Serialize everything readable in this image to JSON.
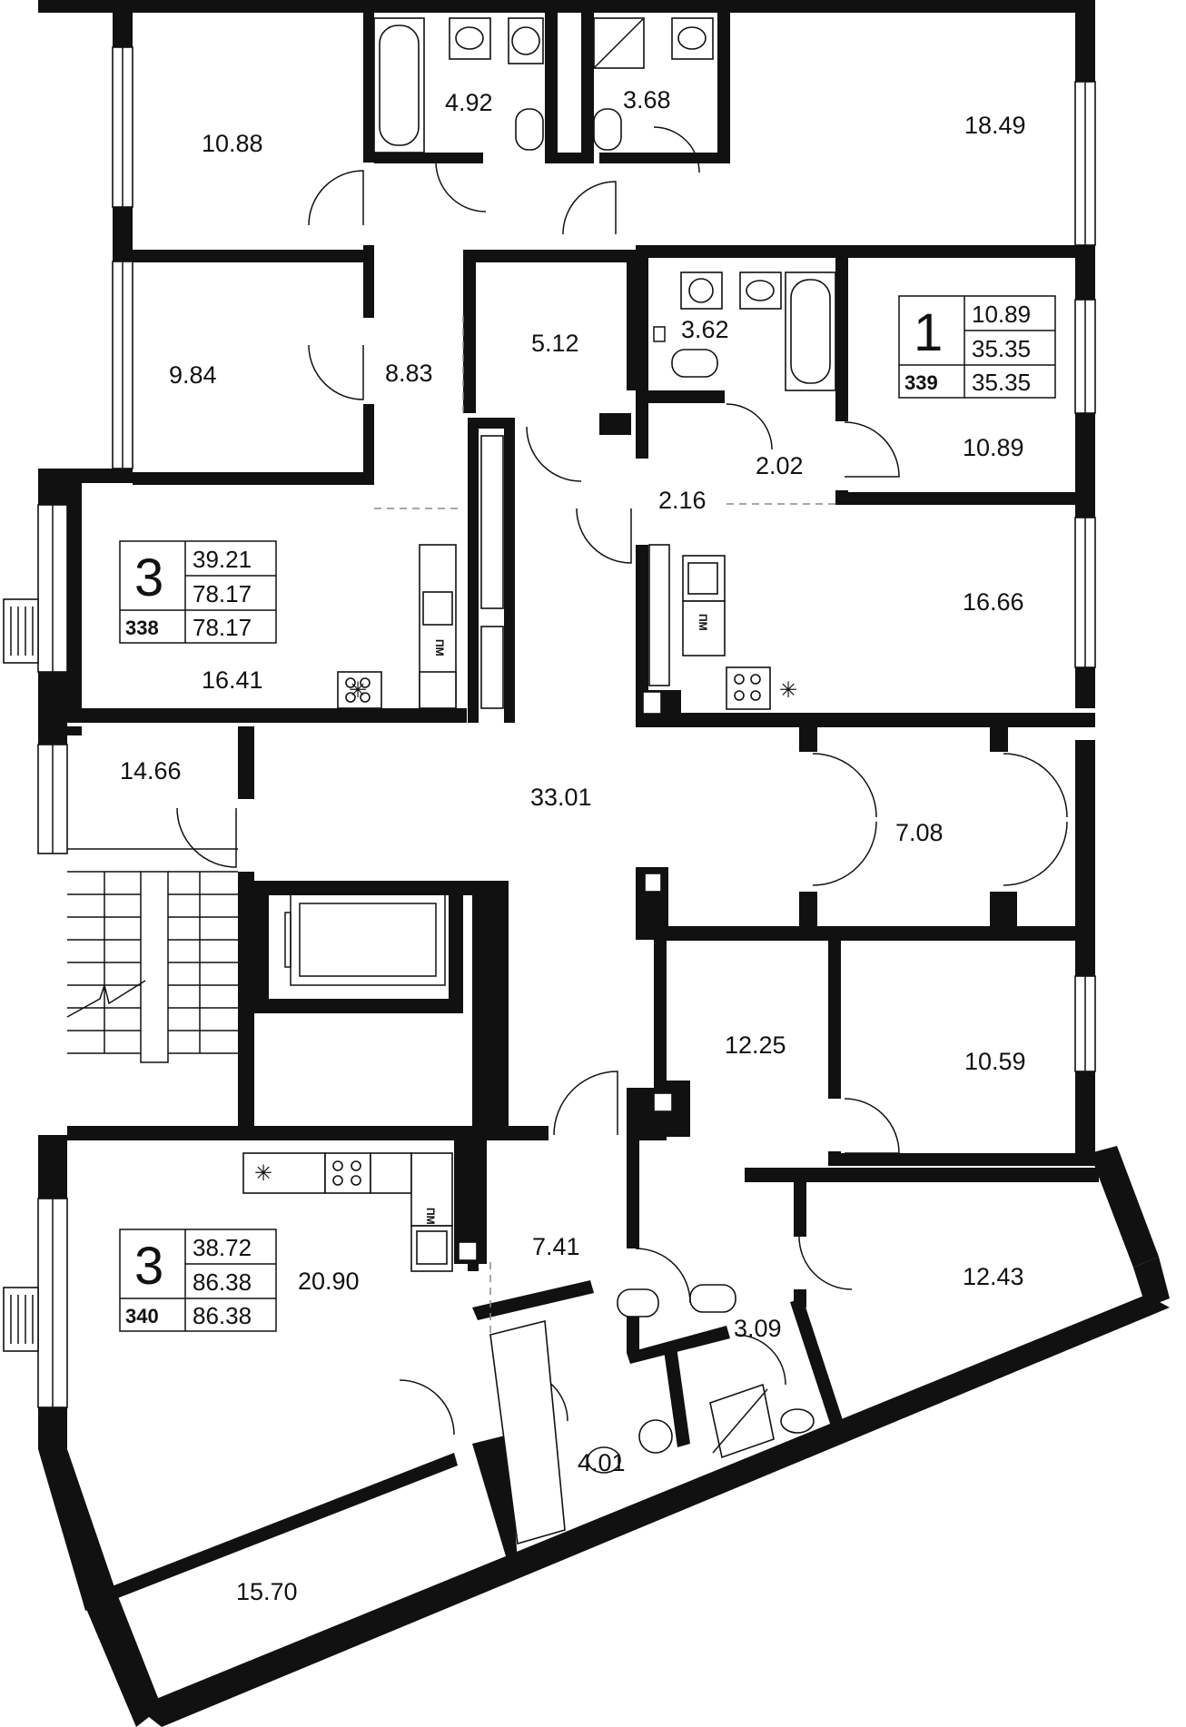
{
  "apartments": [
    {
      "id": "apt-338",
      "rooms": "3",
      "living": "39.21",
      "total": "78.17",
      "number": "338",
      "total_alt": "78.17"
    },
    {
      "id": "apt-339",
      "rooms": "1",
      "living": "10.89",
      "total": "35.35",
      "number": "339",
      "total_alt": "35.35"
    },
    {
      "id": "apt-340",
      "rooms": "3",
      "living": "38.72",
      "total": "86.38",
      "number": "340",
      "total_alt": "86.38"
    }
  ],
  "rooms": [
    "10.88",
    "4.92",
    "3.68",
    "18.49",
    "9.84",
    "8.83",
    "5.12",
    "3.62",
    "10.89",
    "2.02",
    "2.16",
    "16.41",
    "16.66",
    "14.66",
    "33.01",
    "7.08",
    "12.25",
    "10.59",
    "7.41",
    "20.90",
    "12.43",
    "4.01",
    "3.09",
    "15.70"
  ],
  "fixtures": {
    "fridge_label": "ПМ"
  }
}
